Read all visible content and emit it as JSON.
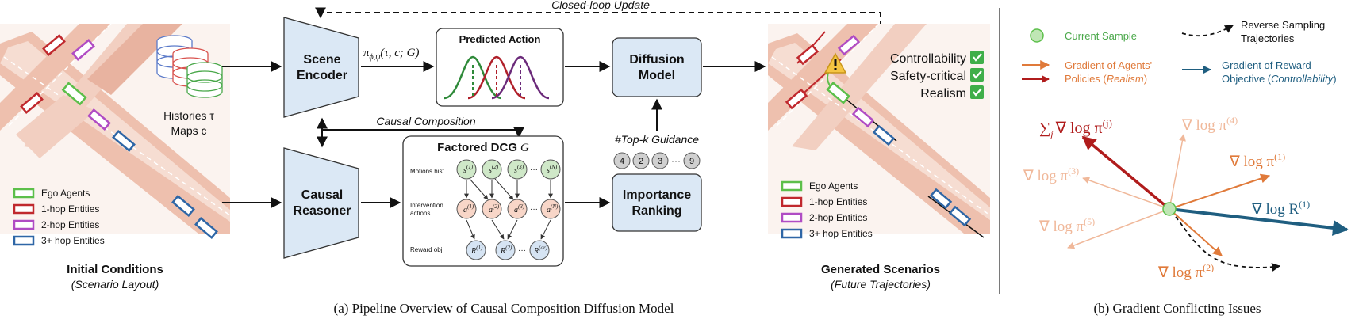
{
  "pipeline": {
    "closed_loop": "Closed-loop Update",
    "scene_encoder": [
      "Scene",
      "Encoder"
    ],
    "causal_reasoner": [
      "Causal",
      "Reasoner"
    ],
    "diffusion_model": [
      "Diffusion",
      "Model"
    ],
    "importance_ranking": [
      "Importance",
      "Ranking"
    ],
    "policy_label": "π",
    "policy_sub": "ϕ,ψ",
    "policy_args": "(τ, c; G)",
    "predicted_action": "Predicted Action",
    "causal_composition": "Causal Composition",
    "topk": "#Top-k Guidance",
    "topk_badges": [
      "4",
      "2",
      "3",
      "···",
      "9"
    ],
    "histories": "Histories τ",
    "maps": "Maps c",
    "dcg_title": "Factored DCG",
    "dcg_title_var": "G",
    "dcg_rows": [
      "Motions hist.",
      "Intervention",
      "actions",
      "Reward obj."
    ],
    "dcg_s": [
      "s",
      "s",
      "s",
      "s"
    ],
    "dcg_s_sup": [
      "(1)",
      "(2)",
      "(3)",
      "(N)"
    ],
    "dcg_a": [
      "a",
      "a",
      "a",
      "a"
    ],
    "dcg_a_sup": [
      "(1)",
      "(2)",
      "(3)",
      "(N)"
    ],
    "dcg_r": [
      "R",
      "R",
      "R"
    ],
    "dcg_r_sup": [
      "(1)",
      "(2)",
      "(dr)"
    ],
    "dcg_dots": "···",
    "initial_title": "Initial Conditions",
    "initial_sub": "(Scenario Layout)",
    "generated_title": "Generated Scenarios",
    "generated_sub": "(Future Trajectories)",
    "checks": [
      "Controllability",
      "Safety-critical",
      "Realism"
    ],
    "legend_left": [
      "Ego Agents",
      "1-hop Entities",
      "2-hop Entities",
      "3+ hop Entities"
    ],
    "legend_right": [
      "Ego Agents",
      "1-hop Entities",
      "2-hop Entities",
      "3+ hop Entities"
    ],
    "caption": "(a) Pipeline Overview of Causal Composition Diffusion Model"
  },
  "gradient": {
    "current_sample": "Current Sample",
    "reverse_sampling": [
      "Reverse Sampling",
      "Trajectories"
    ],
    "grad_policies": [
      "Gradient of Agents'",
      "Policies (",
      "Realism",
      ")"
    ],
    "grad_reward": [
      "Gradient of Reward",
      "Objective (",
      "Controllability",
      ")"
    ],
    "sum_label": "∑",
    "sum_sub": "j",
    "nabla_log_pi": "∇ log π",
    "sup_j": "(j)",
    "sup_1": "(1)",
    "sup_2": "(2)",
    "sup_3": "(3)",
    "sup_4": "(4)",
    "sup_5": "(5)",
    "nabla_log_R": "∇ log R",
    "caption": "(b) Gradient Conflicting Issues"
  },
  "colors": {
    "ego": "#5cbf4a",
    "hop1": "#c0282d",
    "hop2": "#b04cc4",
    "hop3": "#2e66a6",
    "block": "#dbe8f5",
    "road": "#e6a78e",
    "orange": "#e07a3a",
    "light_orange": "#f0b89a",
    "dark_red": "#b01c1c",
    "teal": "#1f5e80"
  }
}
